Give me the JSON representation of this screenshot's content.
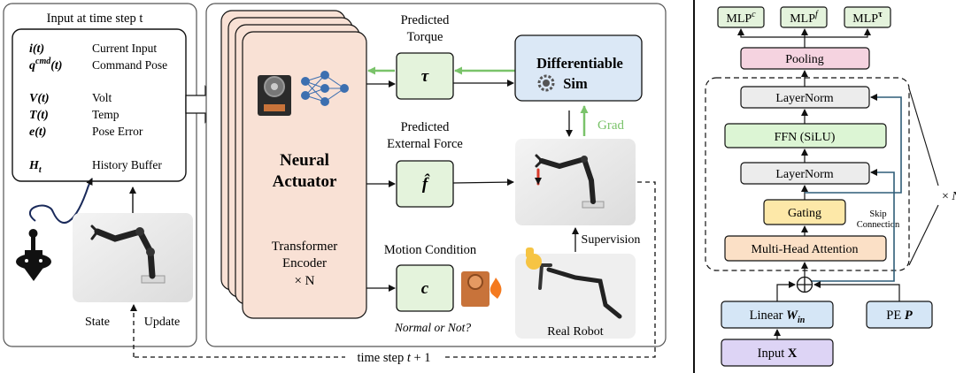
{
  "left_panel": {
    "input_box_title": "Input at time step t",
    "inputs": [
      {
        "symbol": "i(t)",
        "label": "Current Input"
      },
      {
        "symbol": "q^cmd(t)",
        "label": "Command Pose"
      },
      {
        "symbol": "V(t)",
        "label": "Volt"
      },
      {
        "symbol": "T(t)",
        "label": "Temp"
      },
      {
        "symbol": "e(t)",
        "label": "Pose Error"
      },
      {
        "symbol": "H_t",
        "label": "History Buffer"
      }
    ],
    "state_label": "State",
    "update_label": "Update",
    "time_step_label": "time step t + 1"
  },
  "center_panel": {
    "neural_actuator_title": "Neural Actuator",
    "encoder_label_1": "Transformer",
    "encoder_label_2": "Encoder",
    "encoder_label_3": "× N",
    "predicted_torque_1": "Predicted",
    "predicted_torque_2": "Torque",
    "torque_symbol": "τ",
    "predicted_force_1": "Predicted",
    "predicted_force_2": "External Force",
    "force_symbol": "f̂",
    "motion_condition_label": "Motion Condition",
    "condition_symbol": "c",
    "normal_or_not": "Normal or Not?",
    "diff_sim_1": "Differentiable",
    "diff_sim_2": "Sim",
    "grad_label": "Grad",
    "supervision_label": "Supervision",
    "real_robot_label": "Real Robot"
  },
  "right_panel": {
    "mlp_c": "MLP",
    "mlp_c_sup": "c",
    "mlp_f": "MLP",
    "mlp_f_sup": "f",
    "mlp_tau": "MLP",
    "mlp_tau_sup": "τ",
    "pooling": "Pooling",
    "layernorm_top": "LayerNorm",
    "ffn": "FFN (SiLU)",
    "layernorm_mid": "LayerNorm",
    "gating": "Gating",
    "skip_1": "Skip",
    "skip_2": "Connection",
    "mha": "Multi-Head Attention",
    "times_n": "× N",
    "linear_label": "Linear ",
    "linear_sym": "W",
    "linear_sub": "in",
    "pe_label": "PE ",
    "pe_sym": "P",
    "input_label": "Input ",
    "input_sym": "X"
  },
  "colors": {
    "actuator_fill": "#f9e1d5",
    "diff_sim_fill": "#dbe8f6",
    "green_box": "#e4f3dc",
    "grad_green": "#7ac36a",
    "pooling_pink": "#f5d3e0",
    "ffn_green": "#dcf5d4",
    "gating_yellow": "#fde8a8",
    "mha_orange": "#fbe0c6",
    "linear_blue": "#d5e6f6",
    "input_purple": "#ddd4f5",
    "layernorm_gray": "#ececec"
  }
}
